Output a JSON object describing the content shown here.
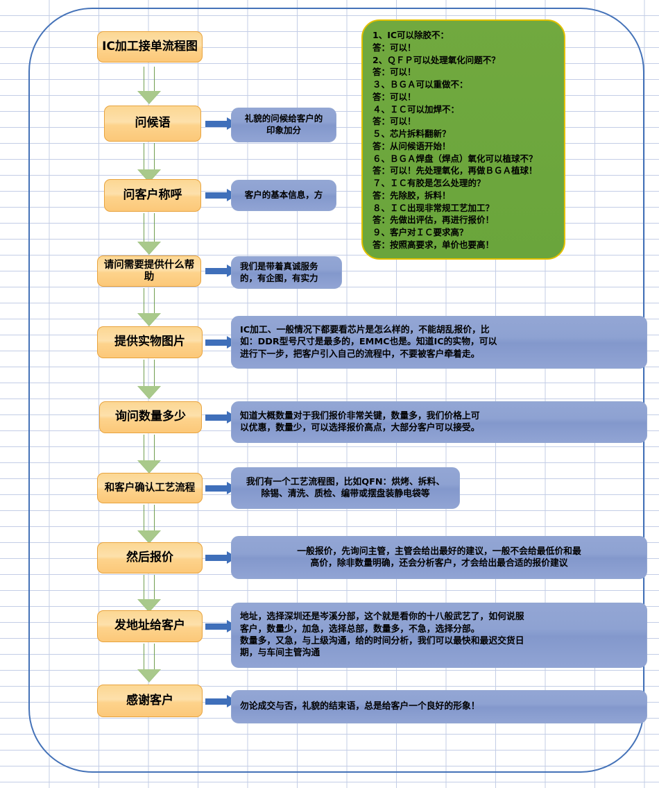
{
  "page": {
    "title": "IC加工接单流程图",
    "colors": {
      "grid_line": "#c3cde6",
      "frame_border": "#4472b8",
      "process_fill": "#fcd793",
      "process_border": "#e8a33d",
      "note_fill": "#8ea2d2",
      "note_border": "#93a7d2",
      "qa_panel_fill": "#6aa53c",
      "qa_panel_border": "#e3c000",
      "down_arrow": "#a9c98b",
      "right_arrow": "#3f6fba"
    }
  },
  "flow": {
    "title_box": {
      "label": "IC加工接单流程图"
    },
    "steps": [
      {
        "label": "问候语",
        "note_lines": [
          "礼貌的问候给客户的",
          "印象加分"
        ],
        "note_align": "center"
      },
      {
        "label": "问客户称呼",
        "note_lines": [
          "客户的基本信息，方"
        ],
        "note_align": "center"
      },
      {
        "label": "请问需要提供什么帮助",
        "note_lines": [
          "我们是带着真诚服务",
          "的，有企图，有实力"
        ],
        "note_align": "left"
      },
      {
        "label": "提供实物图片",
        "note_lines": [
          "IC加工、一般情况下都要看芯片是怎么样的，不能胡乱报价，比",
          "如：DDR型号尺寸是最多的，EMMC也是。知道IC的实物，可以",
          "进行下一步，把客户引入自己的流程中，不要被客户牵着走。"
        ],
        "note_align": "left"
      },
      {
        "label": "询问数量多少",
        "note_lines": [
          "知道大概数量对于我们报价非常关键，数量多，我们价格上可",
          "以优惠，数量少，可以选择报价高点，大部分客户可以接受。"
        ],
        "note_align": "left"
      },
      {
        "label": "和客户确认工艺流程",
        "note_lines": [
          "我们有一个工艺流程图，比如QFN：烘烤、拆料、",
          "除锡、清洗、质检、编带或摆盘装静电袋等"
        ],
        "note_align": "center"
      },
      {
        "label": "然后报价",
        "note_lines": [
          "一般报价，先询问主管，主管会给出最好的建议，一般不会给最低价和最",
          "高价，除非数量明确，还会分析客户，才会给出最合适的报价建议"
        ],
        "note_align": "center"
      },
      {
        "label": "发地址给客户",
        "note_lines": [
          "地址，选择深圳还是岑溪分部，这个就是看你的十八般武艺了，如何说服",
          "客户，数量少，加急，选择总部，数量多，不急，选择分部。",
          "数量多，又急，与上级沟通，给的时间分析，我们可以最快和最迟交货日",
          "期，与车间主管沟通"
        ],
        "note_align": "left"
      },
      {
        "label": "感谢客户",
        "note_lines": [
          "勿论成交与否，礼貌的结束语，总是给客户一个良好的形象！"
        ],
        "note_align": "left"
      }
    ]
  },
  "qa_panel": {
    "lines": [
      "1、IC可以除胶不：",
      "答：可以！",
      "2、ＱＦＰ可以处理氧化问题不？",
      "答：可以！",
      "３、ＢＧＡ可以重做不：",
      "答：可以！",
      "４、ＩＣ可以加焊不：",
      "答：可以！",
      "５、芯片拆料翻新？",
      "答：从问候语开始！",
      "６、ＢＧＡ焊盘（焊点）氧化可以植球不？",
      "答：可以！先处理氧化，再做ＢＧＡ植球！",
      "７、ＩＣ有胶是怎么处理的？",
      "答：先除胶，拆料！",
      "８、ＩＣ出现非常规工艺加工？",
      "答：先做出评估，再进行报价！",
      "９、客户对ＩＣ要求高？",
      "答：按照高要求，单价也要高！"
    ]
  }
}
